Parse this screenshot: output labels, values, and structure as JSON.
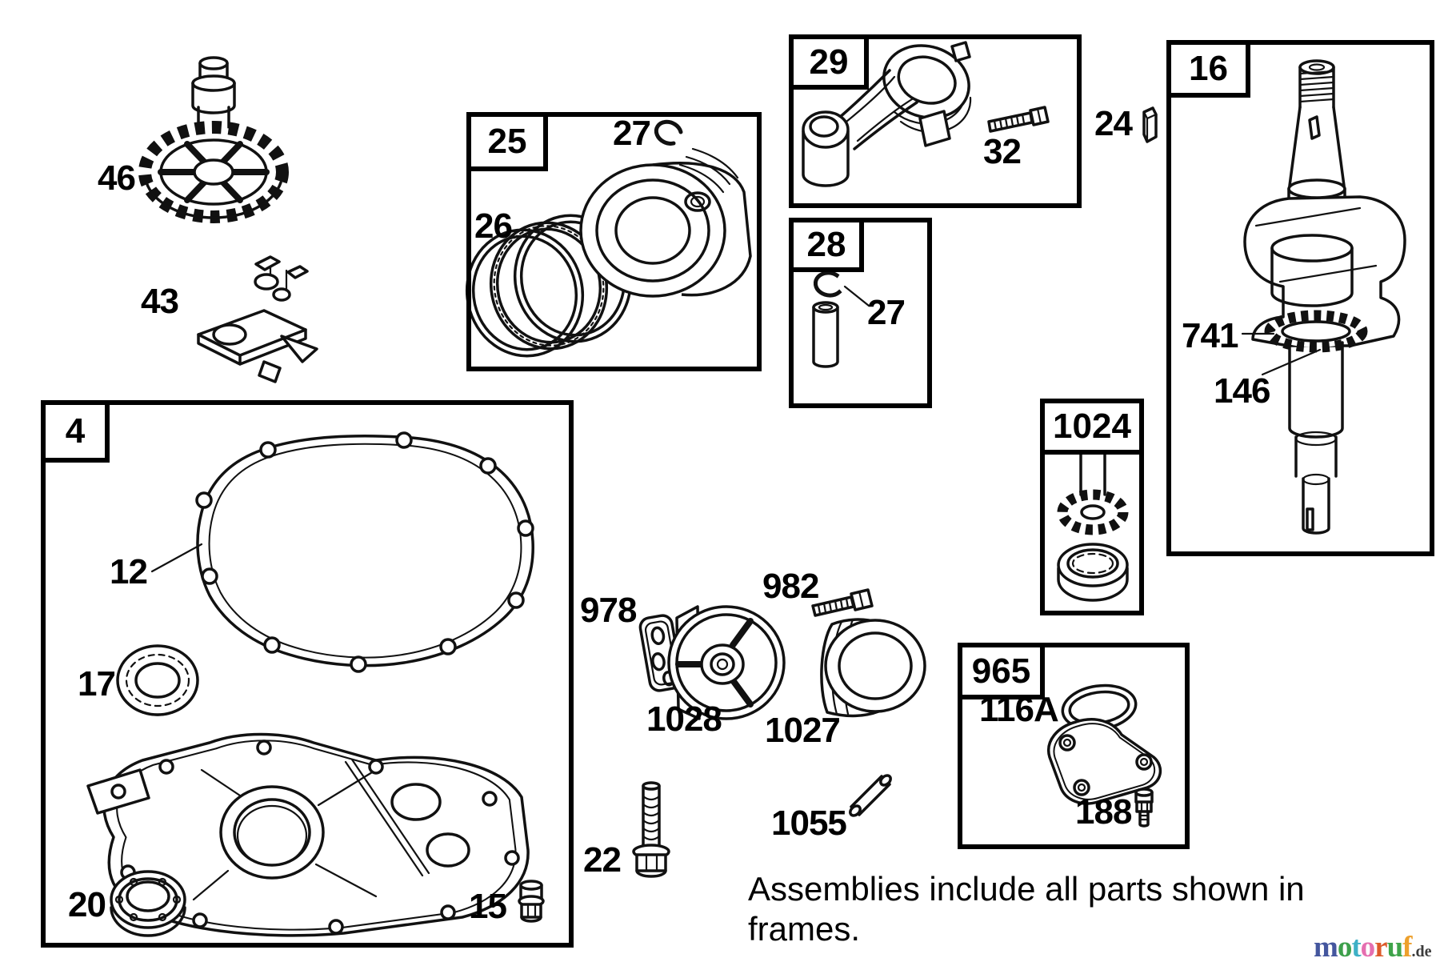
{
  "frames": {
    "f4": "4",
    "f25": "25",
    "f28": "28",
    "f29": "29",
    "f16": "16",
    "f1024": "1024",
    "f965": "965"
  },
  "part_labels": {
    "cam_gear": "46",
    "governor": "43",
    "piston_rings": "26",
    "piston_clip": "27",
    "rod_bolt": "32",
    "pin_clip": "27",
    "crank_key": "24",
    "timing_gear": "741",
    "gear_key": "146",
    "sump_gasket": "12",
    "bearing": "17",
    "oil_seal": "20",
    "drain_plug": "15",
    "sump_bolt": "22",
    "filter_gasket": "978",
    "filter_adapter": "1028",
    "adapter_bolt": "982",
    "oil_filter": "1027",
    "dowel_pin": "1055",
    "o_ring": "116A",
    "cover_screw": "188"
  },
  "note": {
    "lines": [
      "Assemblies include all parts shown in",
      "frames."
    ]
  },
  "logo": {
    "letters": [
      {
        "ch": "m",
        "color": "#44569e"
      },
      {
        "ch": "o",
        "color": "#3da04b"
      },
      {
        "ch": "t",
        "color": "#3eb0c6"
      },
      {
        "ch": "o",
        "color": "#e56fb0"
      },
      {
        "ch": "r",
        "color": "#dd5a2a"
      },
      {
        "ch": "u",
        "color": "#3fa44a"
      },
      {
        "ch": "f",
        "color": "#eda02d"
      }
    ],
    "suffix": {
      "text": ".de",
      "color": "#3b3b3b"
    }
  }
}
